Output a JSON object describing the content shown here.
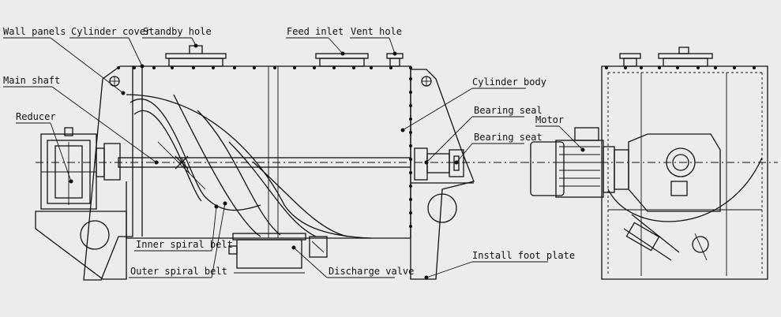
{
  "labels": {
    "wall_panels": "Wall panels",
    "cylinder_cover": "Cylinder cover",
    "standby_hole": "Standby hole",
    "feed_inlet": "Feed inlet",
    "vent_hole": "Vent hole",
    "main_shaft": "Main shaft",
    "reducer": "Reducer",
    "cylinder_body": "Cylinder body",
    "bearing_seal": "Bearing seal",
    "bearing_seat": "Bearing seat",
    "motor": "Motor",
    "inner_spiral_belt": "Inner spiral belt",
    "outer_spiral_belt": "Outer spiral belt",
    "discharge_valve": "Discharge valve",
    "install_foot_plate": "Install foot plate"
  },
  "colors": {
    "background": "#ececec",
    "line": "#111111"
  }
}
